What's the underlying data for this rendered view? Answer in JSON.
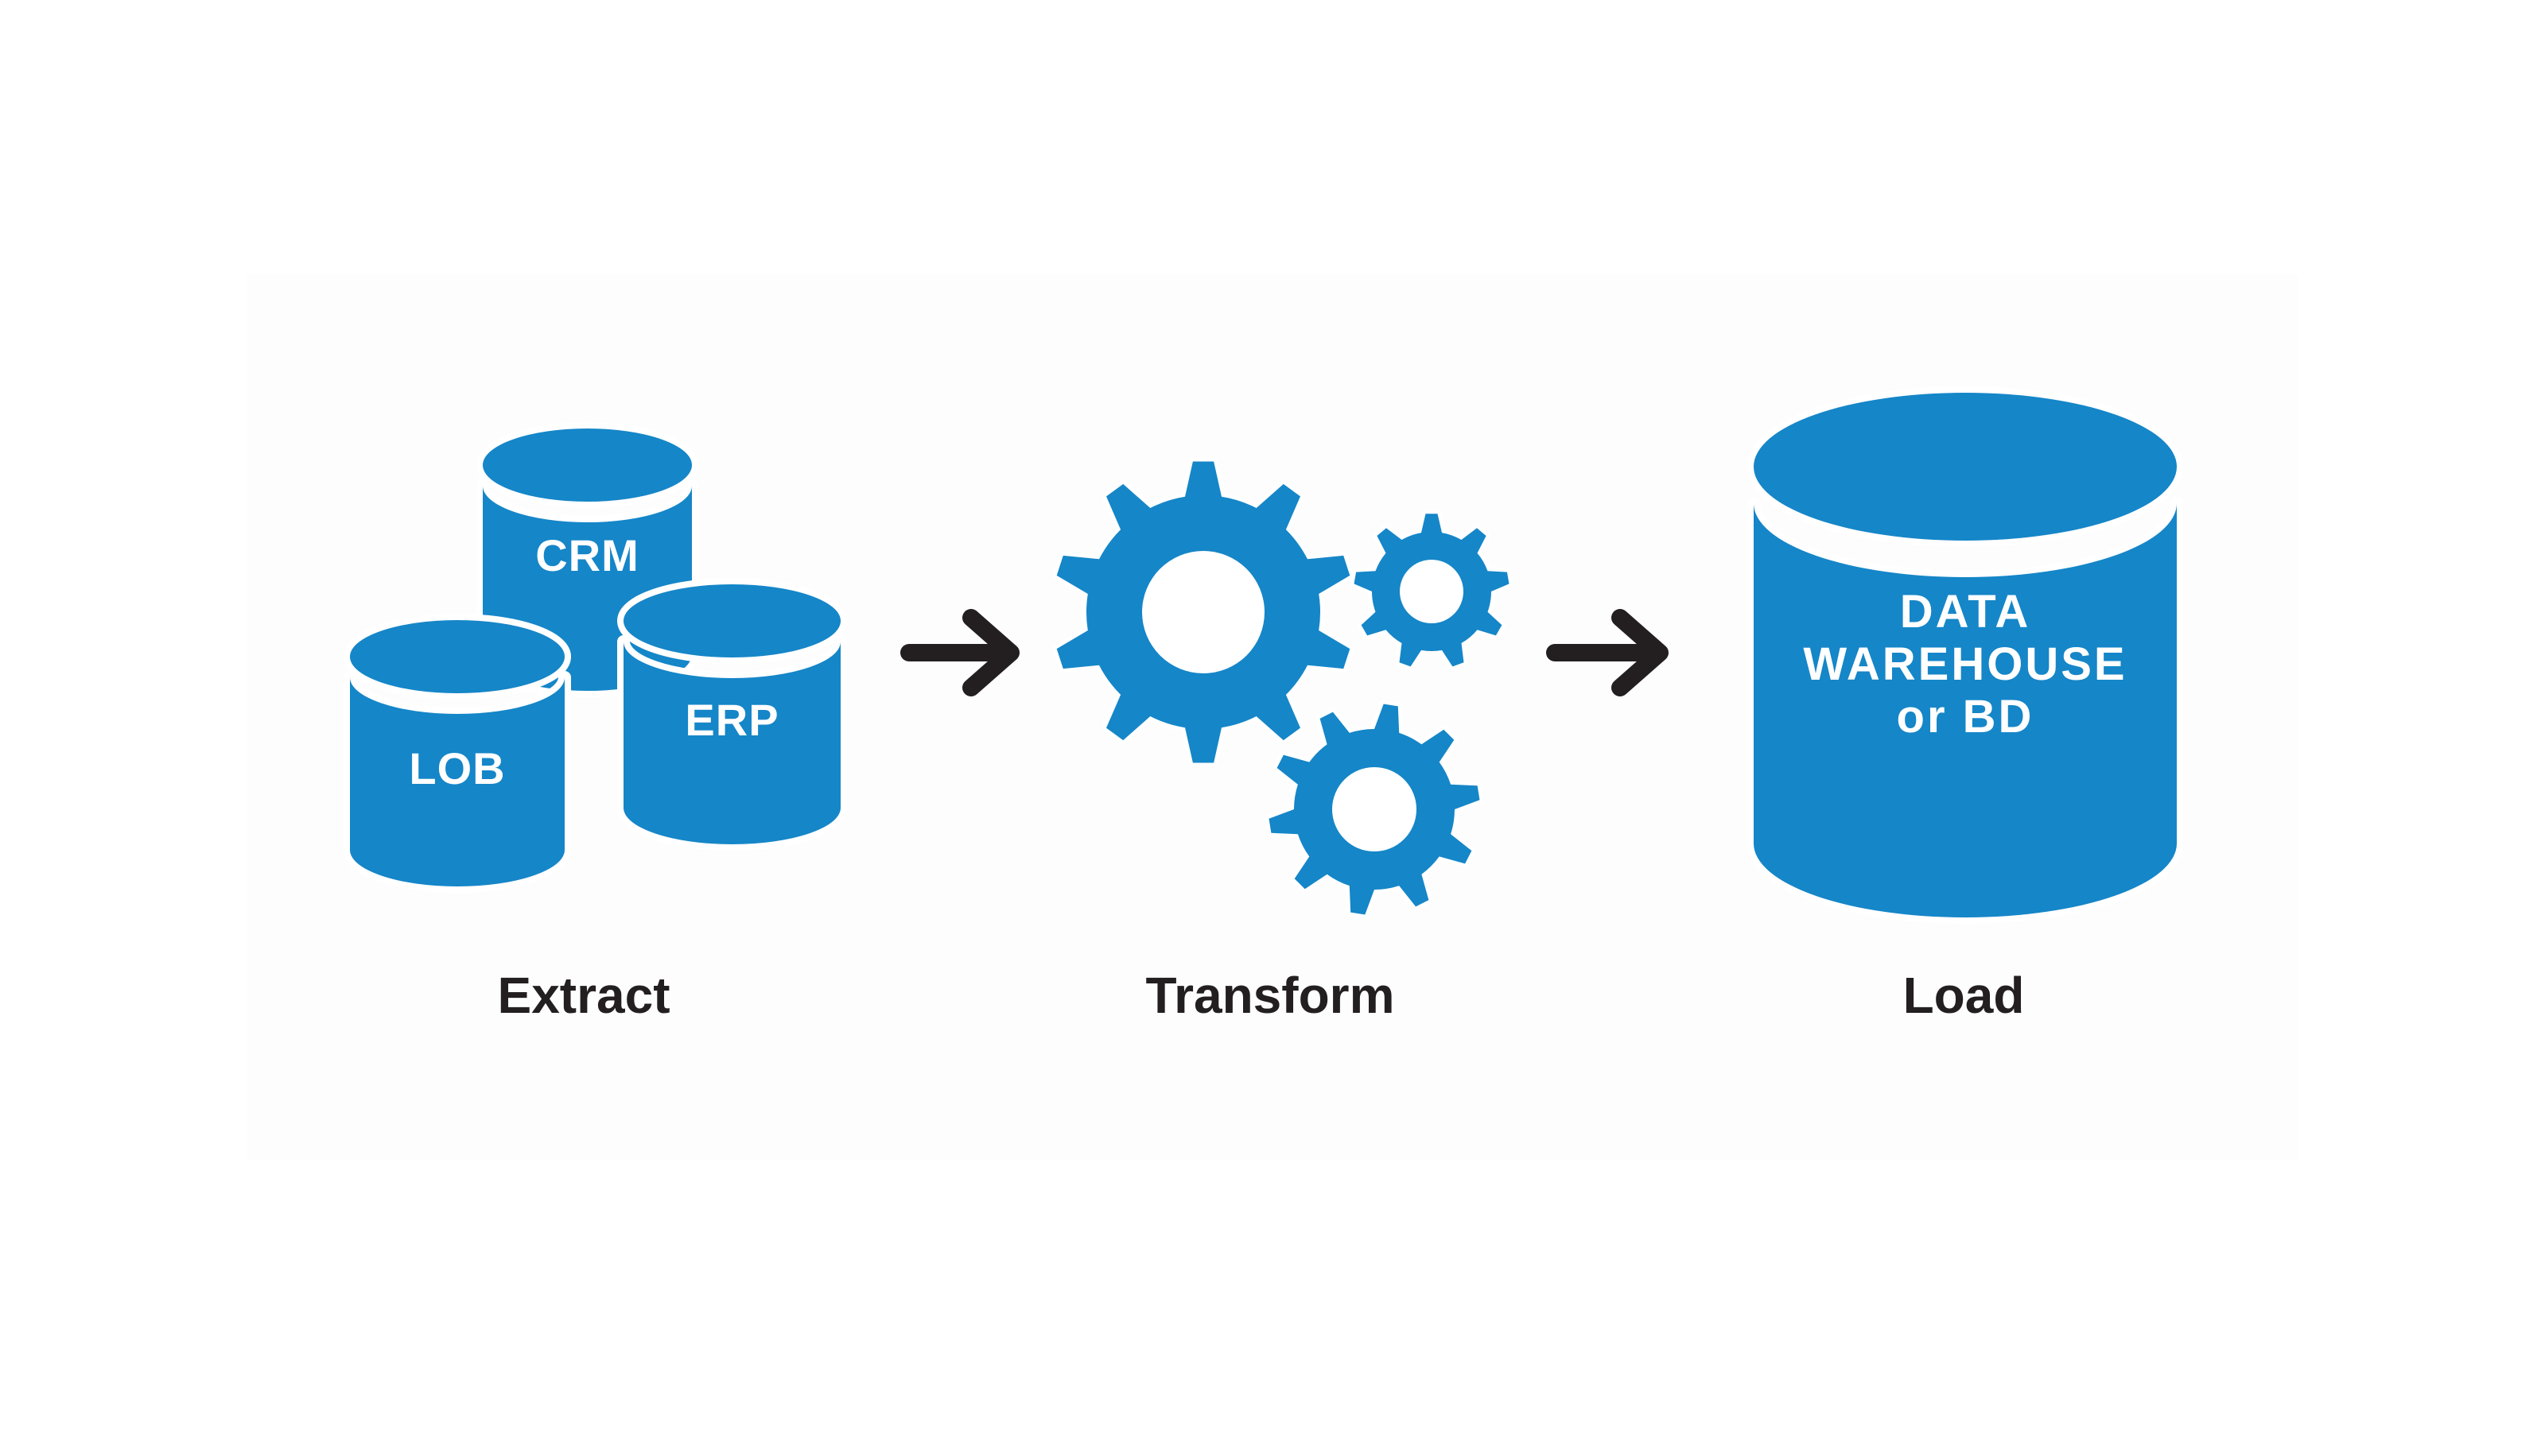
{
  "diagram": {
    "type": "etl-process-flow",
    "stages": [
      {
        "key": "extract",
        "label": "Extract",
        "sources": [
          "CRM",
          "LOB",
          "ERP"
        ]
      },
      {
        "key": "transform",
        "label": "Transform"
      },
      {
        "key": "load",
        "label": "Load",
        "target_lines": [
          "DATA",
          "WAREHOUSE",
          "or BD"
        ]
      }
    ],
    "colors": {
      "primary_blue": "#1586c8",
      "ink": "#231f20",
      "background": "#ffffff",
      "label_on_blue": "#ffffff"
    }
  }
}
